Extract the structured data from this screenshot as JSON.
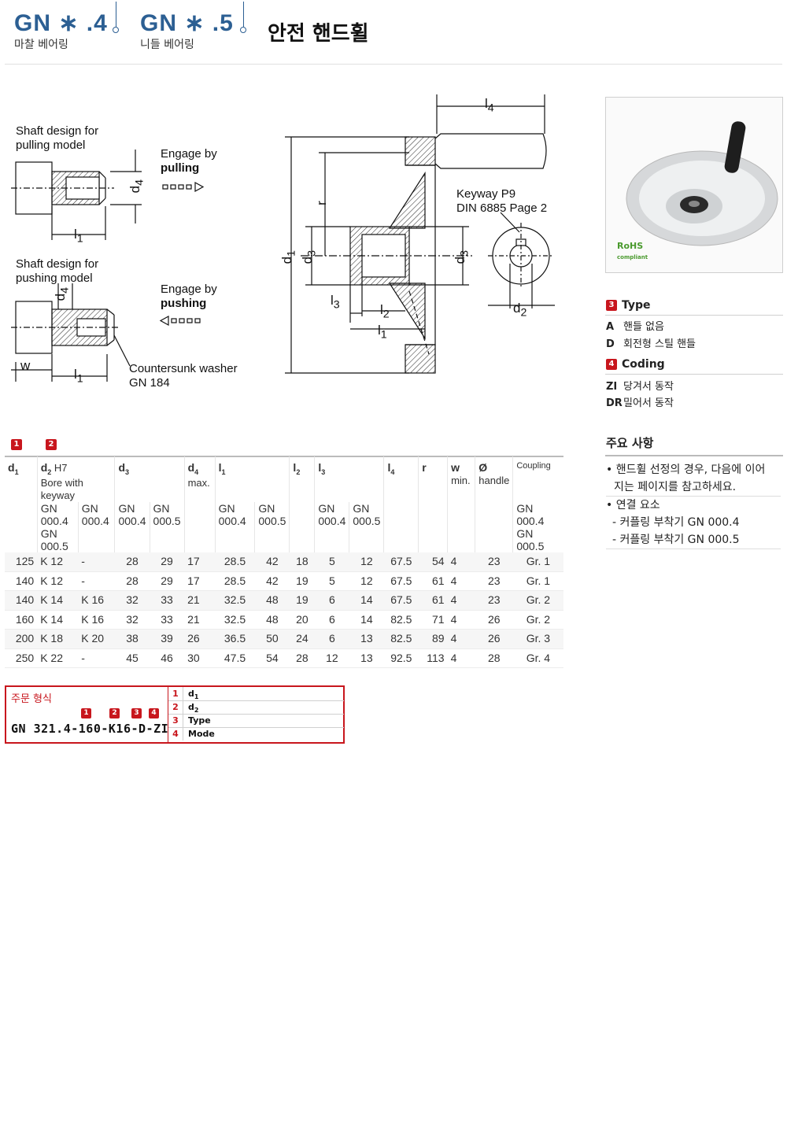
{
  "header": {
    "series1": "GN ∗ .4",
    "series1_sub": "마찰 베어링",
    "series2": "GN ∗ .5",
    "series2_sub": "니들 베어링",
    "title": "안전 핸드휠"
  },
  "drawing": {
    "pull_title_1": "Shaft design for",
    "pull_title_2": "pulling model",
    "push_title_1": "Shaft design for",
    "push_title_2": "pushing model",
    "engage_by": "Engage by",
    "pulling": "pulling",
    "pushing": "pushing",
    "keyway_1": "Keyway P9",
    "keyway_2": "DIN 6885 Page 2",
    "countersunk_1": "Countersunk washer",
    "countersunk_2": "GN 184",
    "dims": {
      "d1": "d",
      "d3": "d",
      "d4": "d",
      "d2": "d",
      "l1": "l",
      "l2": "l",
      "l3": "l",
      "l4": "l",
      "r": "r",
      "w": "w",
      "s1": "1",
      "s2": "2",
      "s3": "3",
      "s4": "4"
    }
  },
  "right": {
    "photo_alt": "handwheel product photo",
    "rohs": "RoHS",
    "rohs_sub": "compliant",
    "type_num": "3",
    "type_head": "Type",
    "type_rows": [
      {
        "code": "A",
        "text": "핸들 없음"
      },
      {
        "code": "D",
        "text": "회전형 스틸 핸들"
      }
    ],
    "coding_num": "4",
    "coding_head": "Coding",
    "coding_rows": [
      {
        "code": "ZI",
        "text": "당겨서 동작"
      },
      {
        "code": "DR",
        "text": "밀어서 동작"
      }
    ],
    "notes_head": "주요 사항",
    "note1": "• 핸드휠 선정의 경우, 다음에 이어",
    "note1b": "지는 페이지를 참고하세요.",
    "note2": "• 연결 요소",
    "note3": "- 커플링 부착기 GN 000.4",
    "note4": "- 커플링 부착기 GN 000.5"
  },
  "table": {
    "badge1": "1",
    "badge2": "2",
    "h": {
      "d1": "d",
      "d1s": "1",
      "d2": "d",
      "d2s": "2",
      "d2x": " H7",
      "d2b": "Bore with",
      "d2c": "keyway",
      "d3": "d",
      "d3s": "3",
      "d4": "d",
      "d4s": "4",
      "d4x": "max.",
      "l1": "l",
      "l1s": "1",
      "l2": "l",
      "l2s": "2",
      "l3": "l",
      "l3s": "3",
      "l4": "l",
      "l4s": "4",
      "r": "r",
      "w": "w",
      "wx": "min.",
      "o": "Ø",
      "ox": "handle",
      "coupling": "Coupling"
    },
    "sub": {
      "a1": "GN 000.4",
      "a2": "GN 000.5",
      "b1": "GN",
      "b2": "000.4",
      "c1": "GN",
      "c2": "000.4",
      "e1": "GN",
      "e2": "000.5",
      "f1": "GN 000.4",
      "g1": "GN",
      "g2": "000.5",
      "h1": "GN",
      "h2": "000.4",
      "i1": "GN",
      "i2": "000.5",
      "j1": "GN 000.4",
      "j2": "GN 000.5"
    },
    "rows": [
      [
        "125",
        "K 12",
        "-",
        "28",
        "29",
        "17",
        "28.5",
        "42",
        "18",
        "5",
        "12",
        "67.5",
        "54",
        "4",
        "23",
        "Gr. 1"
      ],
      [
        "140",
        "K 12",
        "-",
        "28",
        "29",
        "17",
        "28.5",
        "42",
        "19",
        "5",
        "12",
        "67.5",
        "61",
        "4",
        "23",
        "Gr. 1"
      ],
      [
        "140",
        "K 14",
        "K 16",
        "32",
        "33",
        "21",
        "32.5",
        "48",
        "19",
        "6",
        "14",
        "67.5",
        "61",
        "4",
        "23",
        "Gr. 2"
      ],
      [
        "160",
        "K 14",
        "K 16",
        "32",
        "33",
        "21",
        "32.5",
        "48",
        "20",
        "6",
        "14",
        "82.5",
        "71",
        "4",
        "26",
        "Gr. 2"
      ],
      [
        "200",
        "K 18",
        "K 20",
        "38",
        "39",
        "26",
        "36.5",
        "50",
        "24",
        "6",
        "13",
        "82.5",
        "89",
        "4",
        "26",
        "Gr. 3"
      ],
      [
        "250",
        "K 22",
        "-",
        "45",
        "46",
        "30",
        "47.5",
        "54",
        "28",
        "12",
        "13",
        "92.5",
        "113",
        "4",
        "28",
        "Gr. 4"
      ]
    ]
  },
  "order": {
    "title": "주문 형식",
    "code": "GN 321.4-160-K16-D-ZI",
    "b1": "1",
    "b2": "2",
    "b3": "3",
    "b4": "4",
    "rows": [
      {
        "n": "1",
        "t": "d",
        "s": "1"
      },
      {
        "n": "2",
        "t": "d",
        "s": "2"
      },
      {
        "n": "3",
        "t": "Type",
        "s": ""
      },
      {
        "n": "4",
        "t": "Mode",
        "s": ""
      }
    ]
  },
  "colors": {
    "brand_blue": "#2c5f93",
    "accent_red": "#c8161d"
  }
}
